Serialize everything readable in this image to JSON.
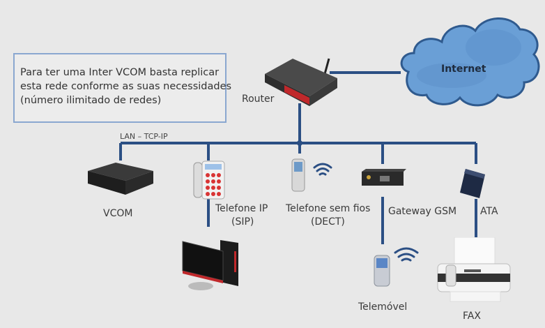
{
  "note": {
    "lines": [
      "Para ter uma Inter VCOM basta replicar",
      "esta rede conforme as suas necessidades",
      "(número ilimitado de redes)"
    ]
  },
  "network_label": "LAN – TCP-IP",
  "colors": {
    "wire": "#2b4f84",
    "background": "#e8e8e8",
    "cloud": "#6a9fd6",
    "note_border": "#8aa7d0"
  },
  "nodes": {
    "internet": {
      "label": "Internet",
      "icon": "cloud-icon"
    },
    "router": {
      "label": "Router",
      "icon": "router-icon"
    },
    "vcom": {
      "label": "VCOM",
      "icon": "server-box-icon"
    },
    "ip_phone": {
      "label_line1": "Telefone IP",
      "label_line2": "(SIP)",
      "icon": "desk-phone-icon"
    },
    "dect_phone": {
      "label_line1": "Telefone sem fios",
      "label_line2": "(DECT)",
      "icon": "cordless-phone-icon"
    },
    "gsm_gateway": {
      "label": "Gateway GSM",
      "icon": "gateway-icon"
    },
    "ata": {
      "label": "ATA",
      "icon": "ata-adapter-icon"
    },
    "computer": {
      "icon": "computer-icon"
    },
    "mobile": {
      "label": "Telemóvel",
      "icon": "mobile-phone-icon"
    },
    "fax": {
      "label": "FAX",
      "icon": "fax-icon"
    }
  }
}
